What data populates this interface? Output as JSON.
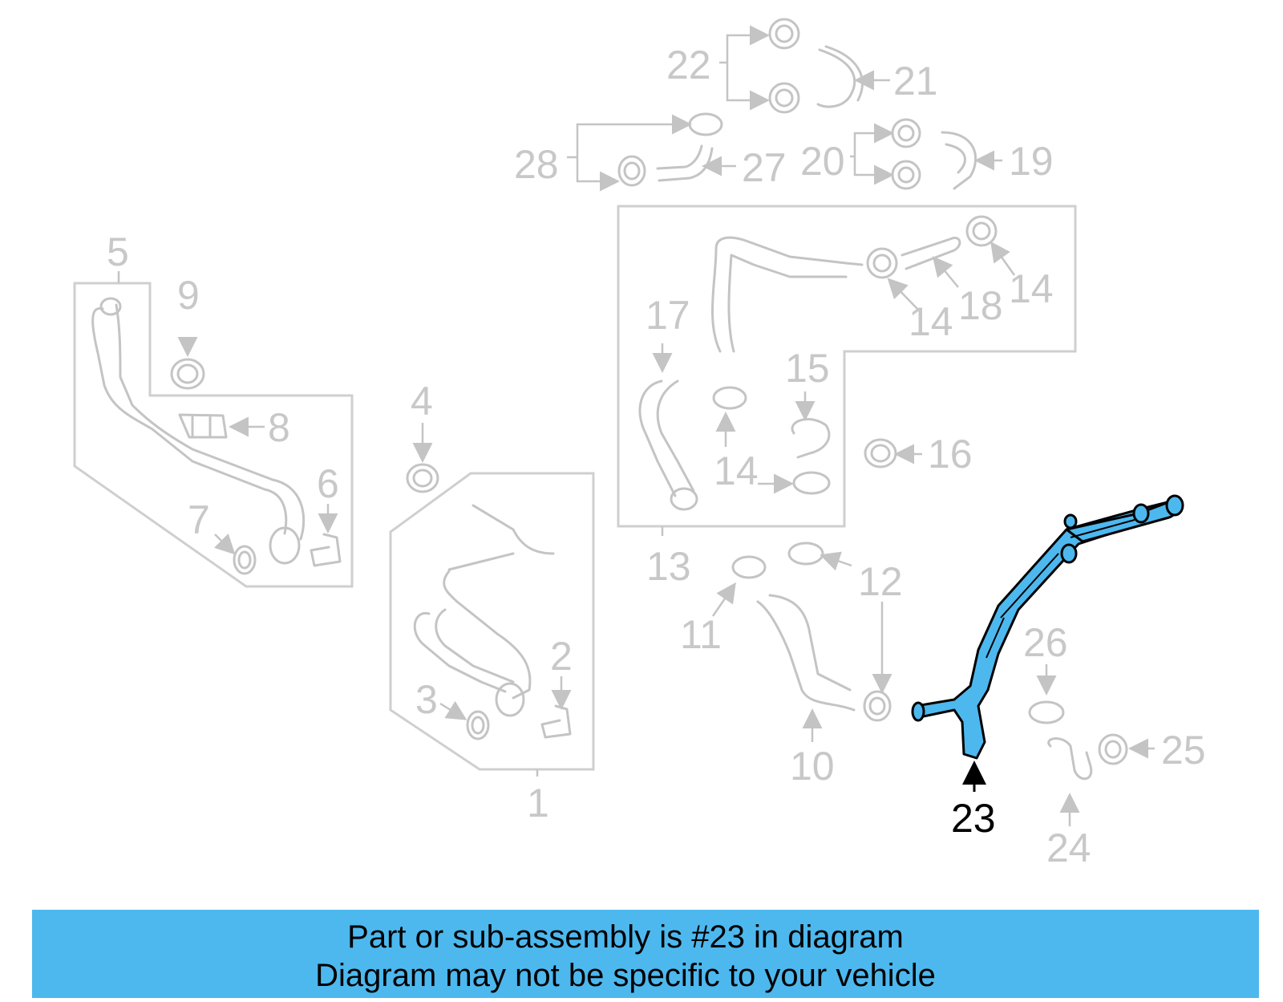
{
  "diagram": {
    "highlight_color": "#4db8ee",
    "callouts": {
      "c1": "1",
      "c2": "2",
      "c3": "3",
      "c4": "4",
      "c5": "5",
      "c6": "6",
      "c7": "7",
      "c8": "8",
      "c9": "9",
      "c10": "10",
      "c11": "11",
      "c12": "12",
      "c13": "13",
      "c14a": "14",
      "c14b": "14",
      "c14c": "14",
      "c15": "15",
      "c16": "16",
      "c17": "17",
      "c18": "18",
      "c19": "19",
      "c20": "20",
      "c21": "21",
      "c22": "22",
      "c23": "23",
      "c24": "24",
      "c25": "25",
      "c26": "26",
      "c27": "27",
      "c28": "28"
    }
  },
  "footer": {
    "line1": "Part or sub-assembly is #23 in diagram",
    "line2": "Diagram may not be specific to your vehicle",
    "background": "#4db8ee"
  }
}
